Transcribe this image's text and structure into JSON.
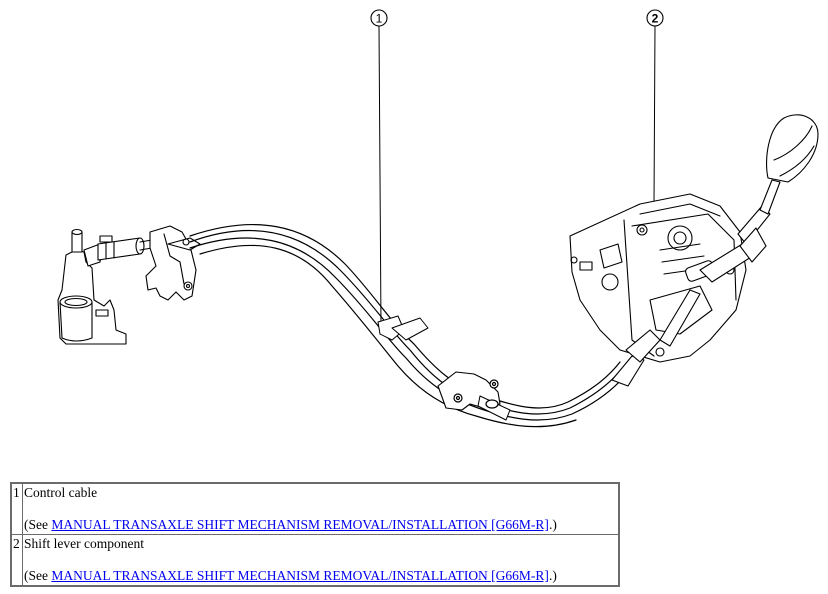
{
  "callouts": [
    "1",
    "2"
  ],
  "parts": [
    {
      "number": "1",
      "name": "Control cable",
      "ref_prefix": "(See ",
      "ref_link": "MANUAL TRANSAXLE SHIFT MECHANISM REMOVAL/INSTALLATION [G66M-R]",
      "ref_suffix": ".)"
    },
    {
      "number": "2",
      "name": "Shift lever component",
      "ref_prefix": "(See ",
      "ref_link": "MANUAL TRANSAXLE SHIFT MECHANISM REMOVAL/INSTALLATION [G66M-R]",
      "ref_suffix": ".)"
    }
  ]
}
